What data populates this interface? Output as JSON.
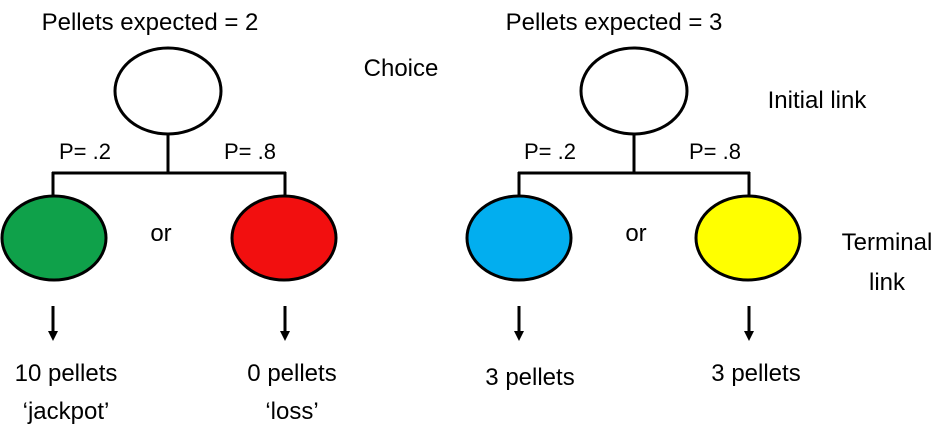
{
  "labels": {
    "choice": "Choice",
    "initial_link": "Initial link",
    "terminal_link_line1": "Terminal",
    "terminal_link_line2": "link"
  },
  "left": {
    "title": "Pellets expected = 2",
    "p_left": "P= .2",
    "p_right": "P= .8",
    "or": "or",
    "outcome_left_line1": "10 pellets",
    "outcome_left_line2": "‘jackpot’",
    "outcome_right_line1": "0 pellets",
    "outcome_right_line2": "‘loss’",
    "color_left": "#0fa14a",
    "color_right": "#f20f0f"
  },
  "right": {
    "title": "Pellets expected = 3",
    "p_left": "P= .2",
    "p_right": "P= .8",
    "or": "or",
    "outcome_left": "3 pellets",
    "outcome_right": "3 pellets",
    "color_left": "#02aeef",
    "color_right": "#ffff00"
  }
}
